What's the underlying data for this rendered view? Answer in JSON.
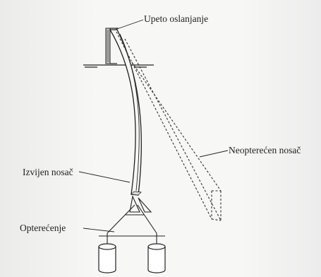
{
  "labels": {
    "fixed_support": "Upeto oslanjanje",
    "unloaded_beam": "Neopterećen nosač",
    "bent_beam": "Izvijen nosač",
    "load": "Opterećenje"
  },
  "colors": {
    "ink": "#222222",
    "background": "#f4f4f2",
    "weight_fill": "#ffffff"
  }
}
